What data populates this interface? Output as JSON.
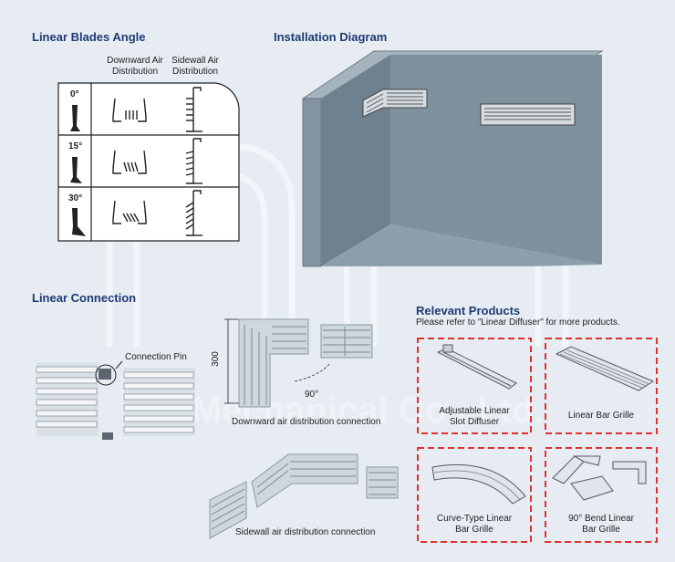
{
  "watermark": "Mechanical Co., Ltd.",
  "blades": {
    "title": "Linear Blades Angle",
    "col_downward": [
      "Downward Air",
      "Distribution"
    ],
    "col_sidewall": [
      "Sidewall Air",
      "Distribution"
    ],
    "angles": [
      "0°",
      "15°",
      "30°"
    ]
  },
  "installation": {
    "title": "Installation Diagram"
  },
  "connection": {
    "title": "Linear Connection",
    "pin_label": "Connection Pin",
    "dimension": "300",
    "angle": "90°",
    "downward_caption": "Downward air distribution connection",
    "sidewall_caption": "Sidewall air distribution connection"
  },
  "products": {
    "title": "Relevant Products",
    "note": "Please refer to \"Linear Diffuser\" for more products.",
    "items": [
      {
        "line1": "Adjustable Linear",
        "line2": "Slot Diffuser"
      },
      {
        "line1": "Linear Bar Grille",
        "line2": ""
      },
      {
        "line1": "Curve-Type Linear",
        "line2": "Bar Grille"
      },
      {
        "line1": "90° Bend Linear",
        "line2": "Bar Grille"
      }
    ]
  },
  "colors": {
    "heading": "#1f3b73",
    "dash_box": "#e03030",
    "wall": "#7e919d"
  }
}
